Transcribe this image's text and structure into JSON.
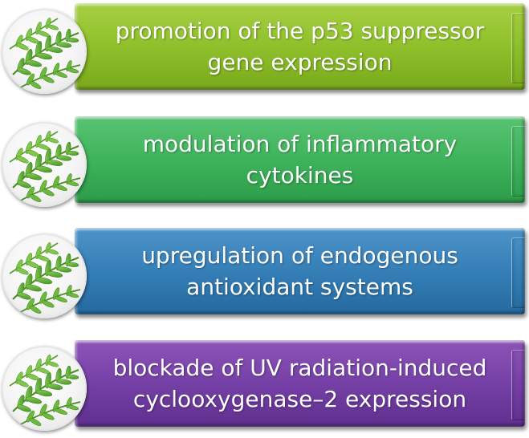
{
  "items": [
    {
      "label": "promotion of the p53 suppressor gene expression",
      "color": "#8fc02b",
      "icon": "fern-leaf-icon"
    },
    {
      "label": "modulation of inflammatory cytokines",
      "color": "#3fb35c",
      "icon": "fern-leaf-icon"
    },
    {
      "label": "upregulation of endogenous antioxidant systems",
      "color": "#357fb7",
      "icon": "fern-leaf-icon"
    },
    {
      "label": "blockade of UV radiation-induced cyclooxygenase–2 expression",
      "color": "#7540a6",
      "icon": "fern-leaf-icon"
    }
  ]
}
